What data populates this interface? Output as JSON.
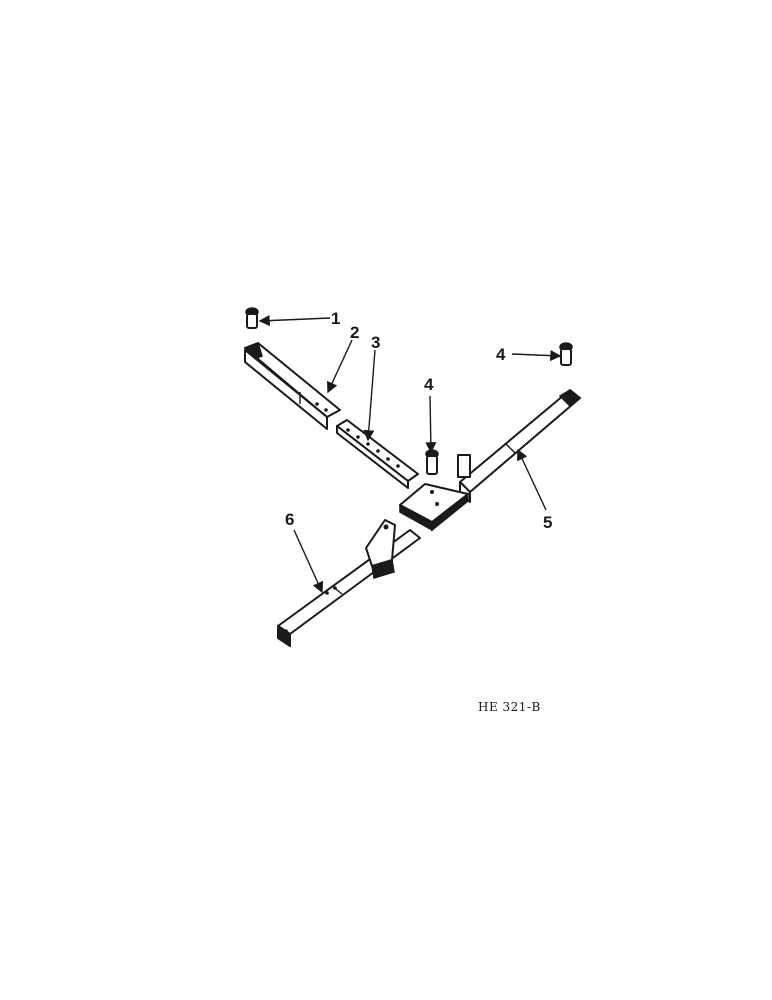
{
  "figure_id": "HE 321-B",
  "callouts": [
    {
      "id": "c1",
      "label": "1"
    },
    {
      "id": "c2",
      "label": "2"
    },
    {
      "id": "c3",
      "label": "3"
    },
    {
      "id": "c4a",
      "label": "4"
    },
    {
      "id": "c4b",
      "label": "4"
    },
    {
      "id": "c5",
      "label": "5"
    },
    {
      "id": "c6",
      "label": "6"
    }
  ]
}
